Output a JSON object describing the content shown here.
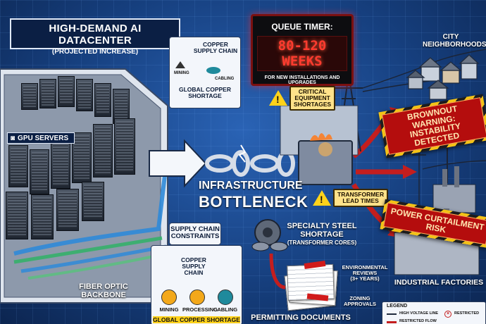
{
  "datacenter": {
    "title": "HIGH-DEMAND AI DATACENTER",
    "subtitle": "(PROJECTED INCREASE)"
  },
  "gpu_label": "GPU SERVERS",
  "fiber_label": [
    "FIBER OPTIC",
    "BACKBONE"
  ],
  "copper_top": {
    "title": [
      "COPPER",
      "SUPPLY CHAIN"
    ],
    "stages": [
      "MINING",
      "CABLING"
    ],
    "shortage": [
      "GLOBAL COPPER",
      "SHORTAGE"
    ]
  },
  "queue": {
    "label": "QUEUE TIMER:",
    "value": "80-120 WEEKS",
    "note": "FOR NEW INSTALLATIONS AND UPGRADES"
  },
  "critical": [
    "CRITICAL",
    "EQUIPMENT",
    "SHORTAGES"
  ],
  "transformer": [
    "TRANSFORMER",
    "LEAD TIMES"
  ],
  "bottleneck": [
    "INFRASTRUCTURE",
    "BOTTLENECK"
  ],
  "brownout": [
    "BROWNOUT WARNING:",
    "INSTABILITY DETECTED"
  ],
  "curtailment": "POWER CURTAILMENT RISK",
  "city": [
    "CITY",
    "NEIGHBORHOODS"
  ],
  "factories": "INDUSTRIAL FACTORIES",
  "supply_constraints": [
    "SUPPLY CHAIN",
    "CONSTRAINTS"
  ],
  "copper_bottom": {
    "title": [
      "COPPER",
      "SUPPLY CHAIN"
    ],
    "stages": [
      "MINING",
      "PROCESSING",
      "CABLING"
    ],
    "shortage": "GLOBAL COPPER SHORTAGE"
  },
  "steel": {
    "title": [
      "SPECIALTY STEEL",
      "SHORTAGE"
    ],
    "sub": "(TRANSFORMER CORES)"
  },
  "docs": {
    "env": [
      "ENVIRONMENTAL",
      "REVIEWS",
      "(3+ YEARS)"
    ],
    "zoning": [
      "ZONING",
      "APPROVALS"
    ],
    "title": "PERMITTING DOCUMENTS"
  },
  "legend": {
    "title": "LEGEND",
    "items": [
      "HIGH VOLTAGE LINE",
      "RESTRICTED FLOW",
      "RESTRICTED"
    ]
  },
  "colors": {
    "hazard_red": "#b40d0d",
    "hazard_yellow": "#f3c316",
    "timer_red": "#ff3b2f",
    "navy": "#0b1f44"
  }
}
